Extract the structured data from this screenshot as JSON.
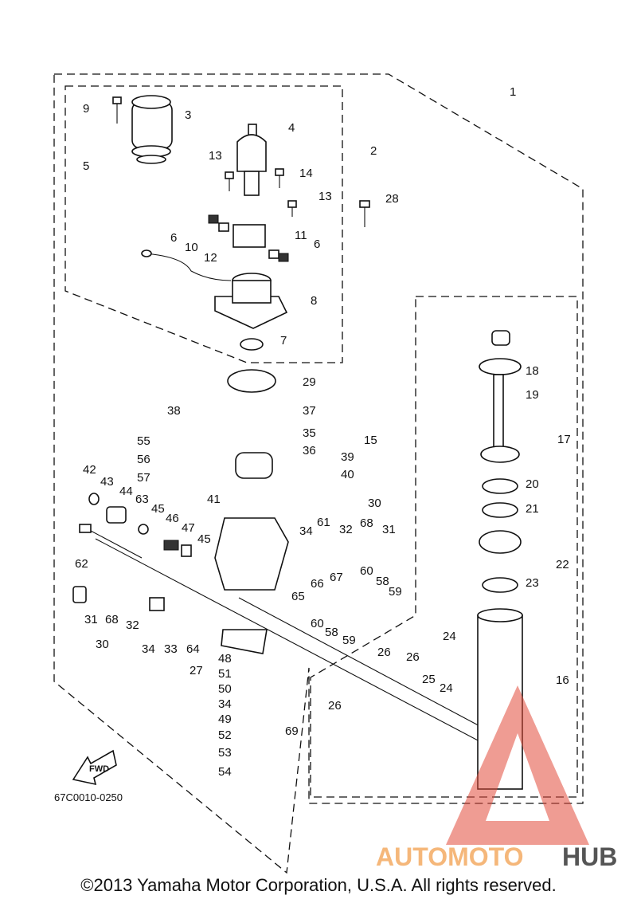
{
  "diagram_code": "67C0010-0250",
  "fwd_label": "FWD",
  "watermark": {
    "part1": "AUTOMOTO",
    "part2": "HUB",
    "color1": "#f5b77a",
    "color2": "#555555",
    "triangle_color": "#e24a3b"
  },
  "copyright": "©2013 Yamaha Motor Corporation, U.S.A. All rights reserved.",
  "callouts": [
    "1",
    "2",
    "3",
    "4",
    "5",
    "6",
    "6",
    "7",
    "8",
    "9",
    "10",
    "11",
    "12",
    "13",
    "13",
    "14",
    "15",
    "16",
    "17",
    "18",
    "19",
    "20",
    "21",
    "22",
    "23",
    "24",
    "24",
    "25",
    "26",
    "26",
    "26",
    "27",
    "28",
    "29",
    "30",
    "30",
    "31",
    "31",
    "32",
    "32",
    "33",
    "34",
    "34",
    "34",
    "35",
    "36",
    "37",
    "38",
    "39",
    "40",
    "41",
    "42",
    "43",
    "44",
    "45",
    "45",
    "46",
    "47",
    "48",
    "49",
    "50",
    "51",
    "52",
    "53",
    "54",
    "55",
    "56",
    "57",
    "58",
    "58",
    "59",
    "59",
    "60",
    "60",
    "61",
    "62",
    "63",
    "64",
    "65",
    "66",
    "67",
    "68",
    "68",
    "69"
  ]
}
